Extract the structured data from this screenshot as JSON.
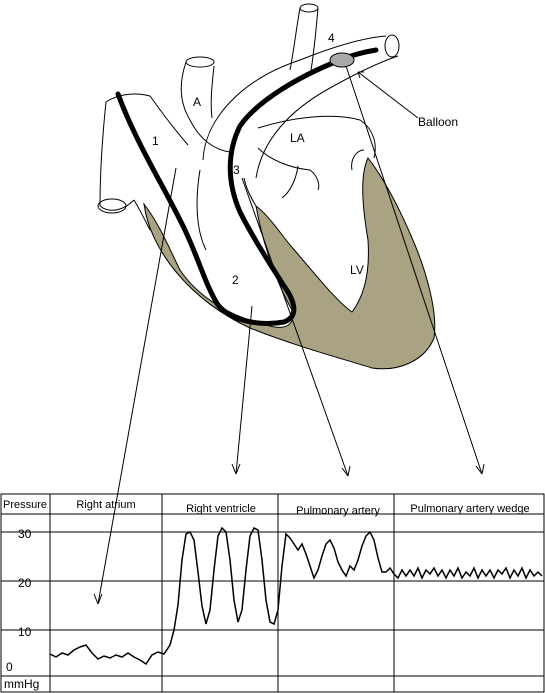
{
  "labels": {
    "site_1": "1",
    "site_2": "2",
    "site_3": "3",
    "site_4": "4",
    "aorta": "A",
    "left_atrium": "LA",
    "left_ventricle": "LV",
    "balloon": "Balloon"
  },
  "table": {
    "row_header": "Pressure",
    "unit": "mmHg",
    "columns": [
      "Right atrium",
      "Right ventricle",
      "Pulmonary artery",
      "Pulmonary artery wedge"
    ],
    "ticks": [
      "30",
      "20",
      "10",
      "0"
    ]
  },
  "colors": {
    "myocardium": "#a9a283",
    "balloon": "#a8a8a8",
    "stroke": "#000000"
  }
}
